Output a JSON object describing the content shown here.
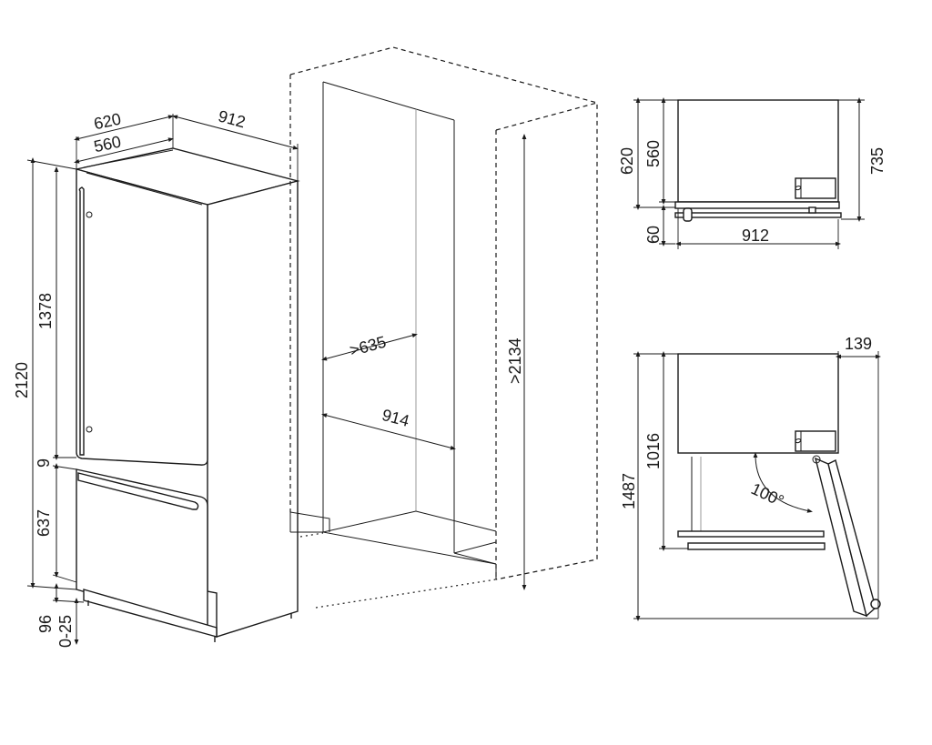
{
  "dimensions": {
    "fridge": {
      "depth_outer": "620",
      "depth_inner": "560",
      "open_depth": "912",
      "height_total": "2120",
      "upper_door": "1378",
      "gap": "9",
      "lower_door": "637",
      "plinth": "96",
      "feet_adjust": "0-25"
    },
    "niche": {
      "min_depth": ">635",
      "width": "914",
      "min_height": ">2134"
    },
    "top_view": {
      "depth_outer": "620",
      "depth_inner": "560",
      "total_depth": "735",
      "handle": "60",
      "width": "912"
    },
    "side_view": {
      "offset": "139",
      "height_upper": "1016",
      "height_total": "1487",
      "angle": "100°"
    }
  },
  "colors": {
    "line": "#1a1a1a",
    "background": "#ffffff"
  }
}
